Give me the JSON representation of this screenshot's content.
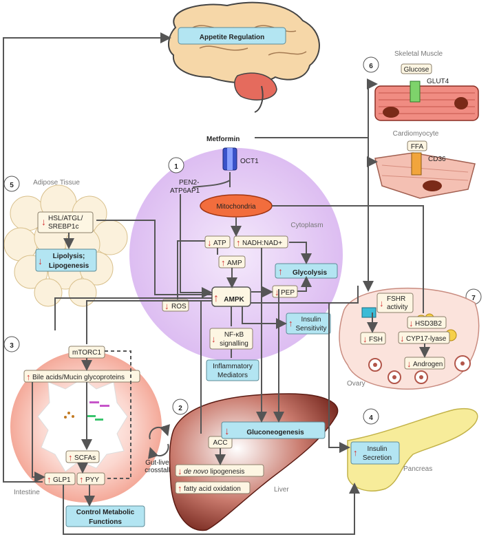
{
  "drug": "Metformin",
  "colors": {
    "cytoplasm": "#d9b6f0",
    "liver": "#8b2e22",
    "pancreas": "#f7ec9a",
    "intestine": "#f6b6a8",
    "highlight_box": "#b3e5f2",
    "label_box": "#fdf6e3",
    "arrow_up_down": "#d32f2f"
  },
  "sections": {
    "n1": "1",
    "n2": "2",
    "n3": "3",
    "n4": "4",
    "n5": "5",
    "n6": "6",
    "n7": "7"
  },
  "labels": {
    "appetite": "Appetite Regulation",
    "skeletal_muscle": "Skeletal Muscle",
    "glucose": "Glucose",
    "glut4": "GLUT4",
    "cardiomyocyte": "Cardiomyocyte",
    "ffa": "FFA",
    "cd36": "CD36",
    "oct1": "OCT1",
    "pen2a": "PEN2-",
    "pen2b": "ATP6AP1",
    "adipose": "Adipose Tissue",
    "hsl1": "HSL/ATGL/",
    "hsl2": "SREBP1c",
    "lipo1": "Lipolysis;",
    "lipo2": "Lipogenesis",
    "mitochondria": "Mitochondria",
    "cytoplasm": "Cytoplasm",
    "atp": "ATP",
    "nadh": "NADH:NAD+",
    "amp": "AMP",
    "glycolysis": "Glycolysis",
    "ampk": "AMPK",
    "pep": "PEP",
    "ros": "ROS",
    "nfkb1": "NF-κB",
    "nfkb2": "signalling",
    "insulin_sens1": "Insulin",
    "insulin_sens2": "Sensitivity",
    "inflam1": "Inflammatory",
    "inflam2": "Mediators",
    "fshr1": "FSHR",
    "fshr2": "activity",
    "fsh": "FSH",
    "hsd": "HSD3B2",
    "cyp": "CYP17-lyase",
    "androgen": "Androgen",
    "ovary": "Ovary",
    "mtorc1": "mTORC1",
    "bile": "Bile acids/Mucin glycoproteins",
    "scfas": "SCFAs",
    "glp1": "GLP1",
    "pyy": "PYY",
    "intestine": "Intestine",
    "control1": "Control Metabolic",
    "control2": "Functions",
    "gutliver1": "Gut-liver",
    "gutliver2": "crosstalk",
    "acc": "ACC",
    "gluconeo": "Gluconeogenesis",
    "denovo_a": "de novo",
    "denovo_b": " lipogenesis",
    "fao": "fatty acid oxidation",
    "liver": "Liver",
    "insulin_sec1": "Insulin",
    "insulin_sec2": "Secretion",
    "pancreas": "Pancreas"
  }
}
